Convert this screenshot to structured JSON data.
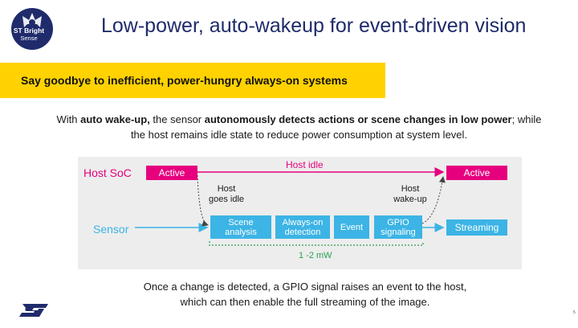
{
  "logo": {
    "line1": "ST Bright",
    "line2": "Sense"
  },
  "title": "Low-power, auto-wakeup for event-driven vision",
  "banner": "Say goodbye to inefficient, power-hungry always-on systems",
  "description": {
    "p1": "With ",
    "b1": "auto wake-up,",
    "p2": " the sensor ",
    "b2": "autonomously detects actions or scene changes in low power",
    "p3": "; while the host remains idle state to reduce power consumption at system level."
  },
  "diagram": {
    "host_soc_label": "Host SoC",
    "sensor_label": "Sensor",
    "host_active_1": "Active",
    "host_idle": "Host idle",
    "host_active_2": "Active",
    "note_goes_idle": [
      "Host",
      "goes idle"
    ],
    "note_wake_up": [
      "Host",
      "wake-up"
    ],
    "steps": [
      [
        "Scene",
        "analysis"
      ],
      [
        "Always-on",
        "detection"
      ],
      [
        "Event"
      ],
      [
        "GPIO",
        "signaling"
      ]
    ],
    "streaming": "Streaming",
    "power": "1 -2 mW"
  },
  "bottom": {
    "line1": "Once a change is detected, a GPIO signal raises an event to the host,",
    "line2": "which can then enable the full streaming of the image."
  },
  "page_number": "5",
  "colors": {
    "pink": "#e6007e",
    "blue": "#3cb4e5",
    "navy": "#1f2b6b",
    "yellow": "#ffd200",
    "green": "#2aa050"
  },
  "icons": [
    "aperture-logo-icon",
    "st-logo-icon"
  ]
}
